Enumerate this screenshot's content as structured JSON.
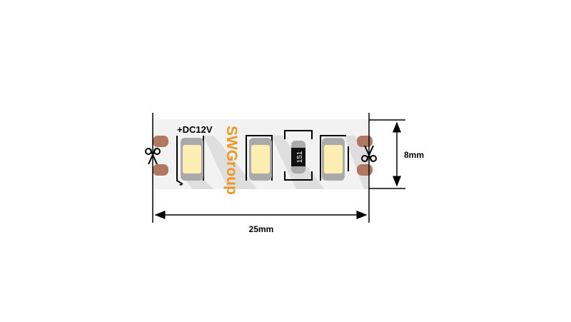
{
  "diagram": {
    "polarity_label": "+DC12V",
    "minus_label": "-",
    "brand_logo": "SWGroup",
    "resistor_code": "151",
    "width_dimension": "8mm",
    "length_dimension": "25mm",
    "icons": [
      "scissors-icon-left",
      "scissors-icon-right"
    ],
    "colors": {
      "strip": "#f2f2f2",
      "shadow": "#dcdcdc",
      "pad": "#b07860",
      "led": "#fbeeb0",
      "logo": "#f0961e",
      "lines": "#000000"
    }
  }
}
